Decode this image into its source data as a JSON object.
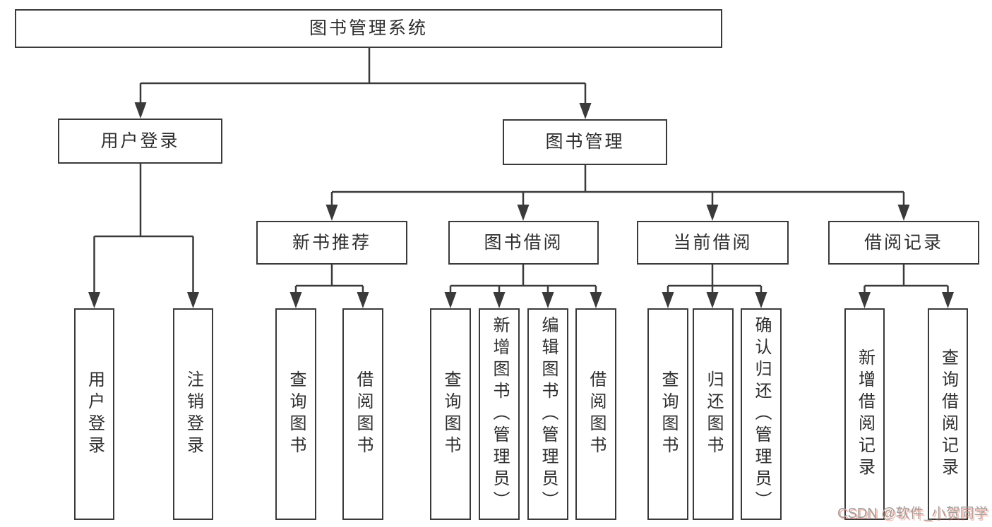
{
  "diagram": {
    "root": {
      "label": "图书管理系统"
    },
    "login": {
      "label": "用户登录",
      "children": [
        "用户登录",
        "注销登录"
      ]
    },
    "management": {
      "label": "图书管理",
      "sections": [
        {
          "label": "新书推荐",
          "children": [
            "查询图书",
            "借阅图书"
          ]
        },
        {
          "label": "图书借阅",
          "children": [
            "查询图书",
            "新增图书（管理员）",
            "编辑图书（管理员）",
            "借阅图书"
          ]
        },
        {
          "label": "当前借阅",
          "children": [
            "查询图书",
            "归还图书",
            "确认归还（管理员）"
          ]
        },
        {
          "label": "借阅记录",
          "children": [
            "新增借阅记录",
            "查询借阅记录"
          ]
        }
      ]
    },
    "watermark": "CSDN @软件_小贺同学"
  },
  "colors": {
    "line": "#3a3a3a",
    "text": "#2d2d2d",
    "bg": "#ffffff",
    "wm-gray": "#a0a0a0",
    "wm-shadow": "#fc5531"
  }
}
